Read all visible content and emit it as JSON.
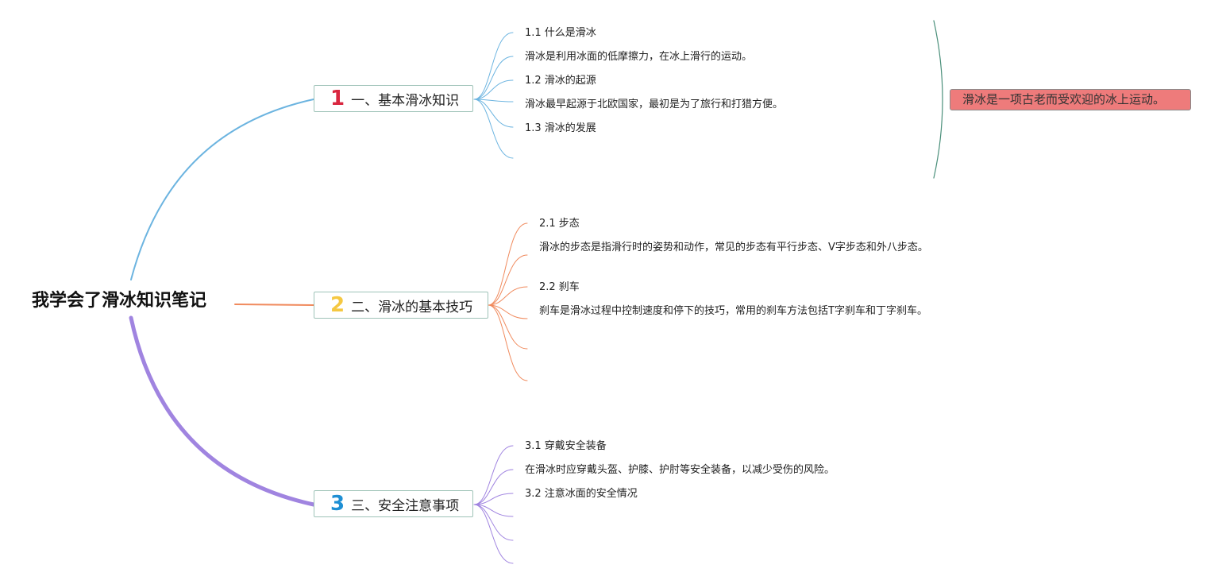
{
  "root": {
    "title": "我学会了滑冰知识笔记"
  },
  "branches": [
    {
      "number": "1",
      "label": "一、基本滑冰知识",
      "color": "#6cb4e0",
      "number_color": "#d9263f",
      "leaves": [
        "1.1 什么是滑冰",
        "滑冰是利用冰面的低摩擦力，在冰上滑行的运动。",
        "1.2 滑冰的起源",
        "滑冰最早起源于北欧国家，最初是为了旅行和打猎方便。",
        "1.3 滑冰的发展"
      ]
    },
    {
      "number": "2",
      "label": "二、滑冰的基本技巧",
      "color": "#f08a5d",
      "number_color": "#f5c842",
      "leaves": [
        "2.1 步态",
        "滑冰的步态是指滑行时的姿势和动作，常见的步态有平行步态、V字步态和外八步态。",
        "2.2 刹车",
        "刹车是滑冰过程中控制速度和停下的技巧，常用的刹车方法包括T字刹车和丁字刹车。"
      ]
    },
    {
      "number": "3",
      "label": "三、安全注意事项",
      "color": "#a084e0",
      "number_color": "#1e8fd4",
      "leaves": [
        "3.1 穿戴安全装备",
        "在滑冰时应穿戴头盔、护膝、护肘等安全装备，以减少受伤的风险。",
        "3.2 注意冰面的安全情况"
      ]
    }
  ],
  "summary": {
    "text": "滑冰是一项古老而受欢迎的冰上运动。",
    "color": "#ee7b7b",
    "bracket_color": "#4a8f7a"
  }
}
